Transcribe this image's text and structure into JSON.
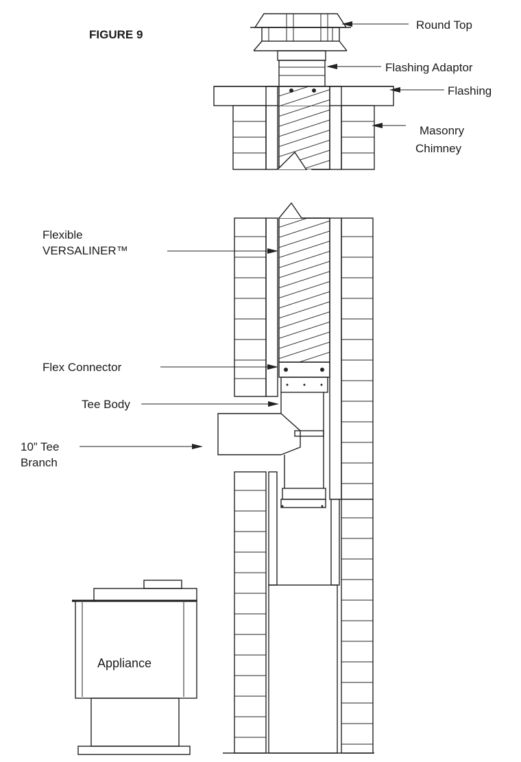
{
  "figure_title": "FIGURE 9",
  "labels": {
    "round_top": "Round Top",
    "flashing_adaptor": "Flashing Adaptor",
    "flashing": "Flashing",
    "masonry_line1": "Masonry",
    "masonry_line2": "Chimney",
    "flexible_line1": "Flexible",
    "flexible_line2": "VERSALINER™",
    "flex_connector": "Flex Connector",
    "tee_body": "Tee Body",
    "tee_branch_line1": "10”  Tee",
    "tee_branch_line2": "Branch",
    "appliance": "Appliance"
  }
}
